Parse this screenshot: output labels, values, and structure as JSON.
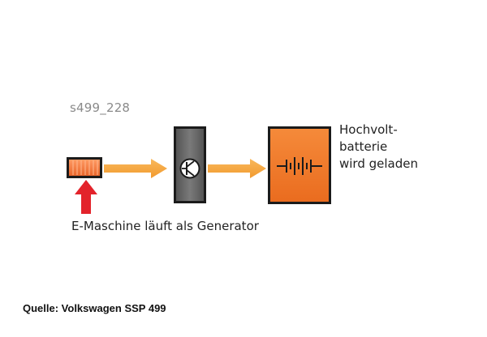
{
  "figure_id": "s499_228",
  "battery_label_lines": [
    "Hochvolt-",
    "batterie",
    "wird geladen"
  ],
  "caption": "E-Maschine läuft als Generator",
  "source": "Quelle: Volkswagen SSP 499",
  "colors": {
    "energy_flow_arrow": "#f5a33c",
    "input_arrow": "#e3232b",
    "battery_fill": "#f07d2a",
    "converter_fill": "#6e6e6e",
    "e_machine_fill": "#f2763a"
  },
  "icons": {
    "e_machine": "e-machine-block-icon",
    "converter": "power-electronics-transistor-icon",
    "battery": "high-voltage-battery-icon"
  }
}
